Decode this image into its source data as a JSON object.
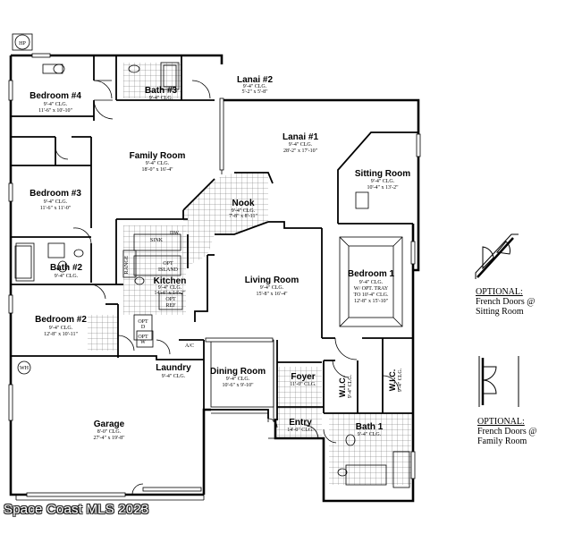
{
  "rooms": {
    "bedroom4": {
      "name": "Bedroom #4",
      "clg": "9'-4\" CLG.",
      "dims": "11'-6\" x 10'-10\""
    },
    "bath3": {
      "name": "Bath #3",
      "clg": "9'-4\" CLG."
    },
    "lanai2": {
      "name": "Lanai #2",
      "clg": "9'-4\" CLG.",
      "dims": "5'-2\" x 5'-8\""
    },
    "family": {
      "name": "Family Room",
      "clg": "9'-4\" CLG.",
      "dims": "18'-0\" x 16'-4\""
    },
    "lanai1": {
      "name": "Lanai #1",
      "clg": "9'-4\" CLG.",
      "dims": "28'-2\" x 17'-10\""
    },
    "sitting": {
      "name": "Sitting Room",
      "clg": "9'-4\" CLG.",
      "dims": "10'-4\" x 13'-2\""
    },
    "bedroom3": {
      "name": "Bedroom #3",
      "clg": "9'-4\" CLG.",
      "dims": "11'-6\" x 11'-0\""
    },
    "nook": {
      "name": "Nook",
      "clg": "9'-4\" CLG.",
      "dims": "7'-8\" x 8'-11\""
    },
    "bath2": {
      "name": "Bath #2",
      "clg": "9'-4\" CLG."
    },
    "kitchen": {
      "name": "Kitchen",
      "clg": "9'-4\" CLG.",
      "dims": "14'-4\" x 14'-2\""
    },
    "living": {
      "name": "Living Room",
      "clg": "9'-4\" CLG.",
      "dims": "15'-8\" x 16'-4\""
    },
    "bedroom1": {
      "name": "Bedroom 1",
      "clg": "9'-4\" CLG.",
      "tray": "W/ OPT. TRAY",
      "tray2": "TO 10'-4\" CLG.",
      "dims": "12'-8\" x 15'-10\""
    },
    "bedroom2": {
      "name": "Bedroom #2",
      "clg": "9'-4\" CLG.",
      "dims": "12'-8\" x 10'-11\""
    },
    "laundry": {
      "name": "Laundry",
      "clg": "9'-4\" CLG."
    },
    "dining": {
      "name": "Dining Room",
      "clg": "9'-4\" CLG.",
      "dims": "10'-6\" x 9'-10\""
    },
    "foyer": {
      "name": "Foyer",
      "clg": "11'-0\" CLG."
    },
    "wic1": {
      "name": "W.I.C.",
      "clg": "9'-4\" CLG."
    },
    "wic2": {
      "name": "W.I.C.",
      "clg": "9'-4\" CLG."
    },
    "garage": {
      "name": "Garage",
      "clg": "8'-0\" CLG.",
      "dims": "27'-4\" x 19'-8\""
    },
    "entry": {
      "name": "Entry",
      "clg": "14'-0\" CLG."
    },
    "bath1": {
      "name": "Bath 1",
      "clg": "9'-4\" CLG."
    }
  },
  "fixtures": {
    "hp": "HP",
    "wh": "WH",
    "sink": "SINK",
    "dw": "DW",
    "opt_island": "OPT",
    "opt_island2": "ISLAND",
    "range": "RANGE",
    "opt_ref": "OPT",
    "opt_ref2": "REF",
    "opt_d": "OPT",
    "opt_d2": "D",
    "opt_w": "OPT",
    "opt_w2": "W",
    "ac": "A/C"
  },
  "notes": {
    "sitting_opt": [
      "OPTIONAL:",
      "French Doors @",
      "Sitting Room"
    ],
    "family_opt": [
      "OPTIONAL:",
      "French Doors @",
      "Family Room"
    ]
  },
  "watermark": "Space Coast MLS 2023"
}
